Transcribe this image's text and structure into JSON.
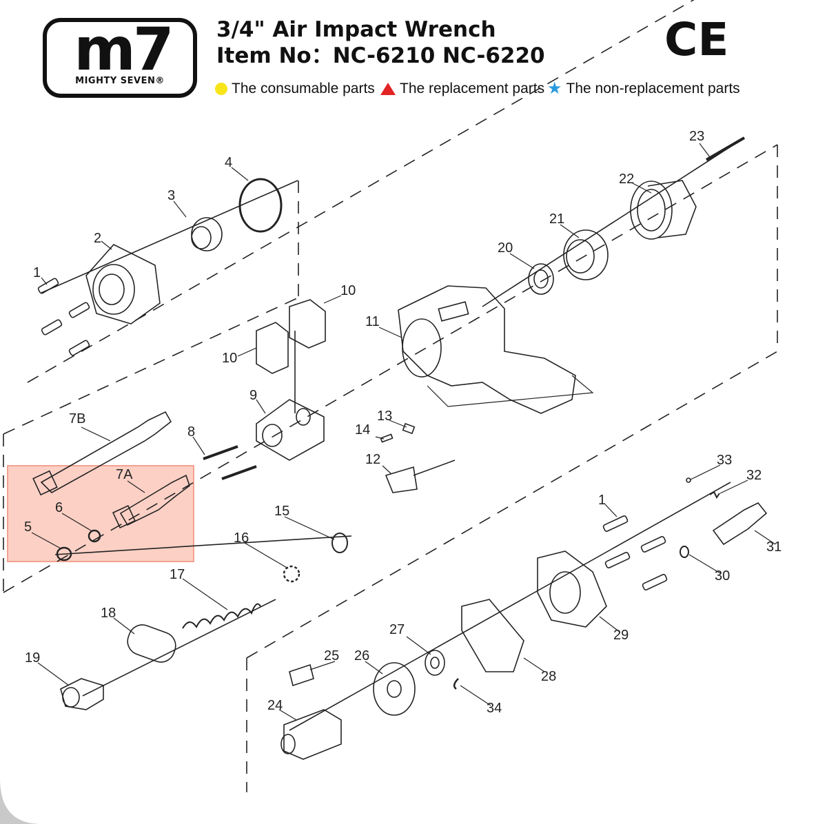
{
  "logo": {
    "mark": "m7",
    "sub": "MIGHTY SEVEN®"
  },
  "title": {
    "line1": "3/4\" Air Impact Wrench",
    "line2": "Item No：NC-6210 NC-6220"
  },
  "certification": "CE",
  "legend": {
    "consumable": "The consumable parts",
    "replacement": "The replacement parts",
    "non_replacement": "The non-replacement parts"
  },
  "parts": {
    "p1a": "1",
    "p1b": "1",
    "p2": "2",
    "p3": "3",
    "p4": "4",
    "p5": "5",
    "p6": "6",
    "p7a": "7A",
    "p7b": "7B",
    "p8": "8",
    "p9": "9",
    "p10a": "10",
    "p10b": "10",
    "p11": "11",
    "p12": "12",
    "p13": "13",
    "p14": "14",
    "p15": "15",
    "p16": "16",
    "p17": "17",
    "p18": "18",
    "p19": "19",
    "p20": "20",
    "p21": "21",
    "p22": "22",
    "p23": "23",
    "p24": "24",
    "p25": "25",
    "p26": "26",
    "p27": "27",
    "p28": "28",
    "p29": "29",
    "p30": "30",
    "p31": "31",
    "p32": "32",
    "p33": "33",
    "p34": "34"
  },
  "colors": {
    "consumable": "#f7e51a",
    "replacement": "#e22424",
    "non_replacement": "#2a9bde",
    "highlight": "#f8b8a6"
  }
}
